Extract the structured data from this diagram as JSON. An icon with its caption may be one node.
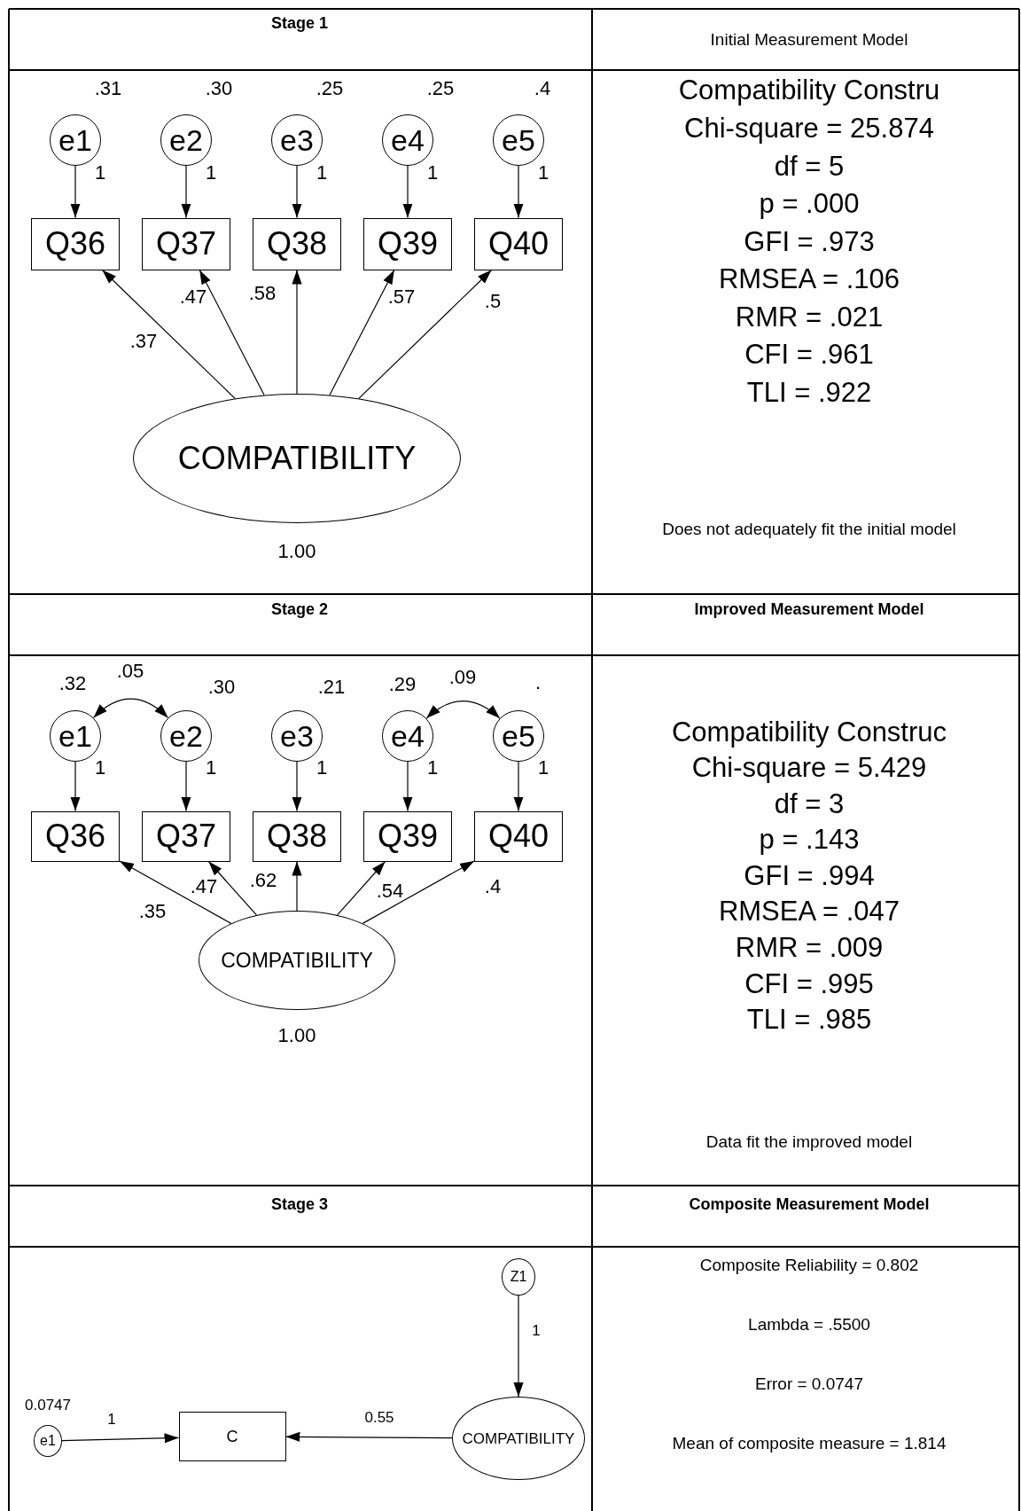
{
  "diagram": {
    "nodes": [
      {
        "text": [
          "e1"
        ],
        "beside": [
          ".31"
        ]
      },
      {
        "text": [
          "e2"
        ],
        "beside": [
          ".30"
        ]
      },
      {
        "text": [
          "e3"
        ],
        "beside": [
          ".25"
        ]
      },
      {
        "text": [
          "e4"
        ],
        "beside": [
          ".25"
        ]
      },
      {
        "text": [
          "e5"
        ],
        "beside": [
          ".4"
        ]
      },
      {
        "text": [
          "Q36"
        ]
      },
      {
        "text": [
          "Q37"
        ]
      },
      {
        "text": [
          "Q38"
        ]
      },
      {
        "text": [
          "Q39"
        ]
      },
      {
        "text": [
          "Q40"
        ]
      },
      {
        "text": [
          "COMPATIBILITY"
        ],
        "beside": [
          "1.00"
        ]
      },
      {
        "text": [
          "e1"
        ],
        "beside": [
          ".32"
        ]
      },
      {
        "text": [
          "e2"
        ],
        "beside": [
          ".30"
        ]
      },
      {
        "text": [
          "e3"
        ],
        "beside": [
          ".21"
        ]
      },
      {
        "text": [
          "e4"
        ],
        "beside": [
          ".29"
        ]
      },
      {
        "text": [
          "e5"
        ],
        "beside": [
          "."
        ]
      },
      {
        "text": [
          "Q36"
        ]
      },
      {
        "text": [
          "Q37"
        ]
      },
      {
        "text": [
          "Q38"
        ]
      },
      {
        "text": [
          "Q39"
        ]
      },
      {
        "text": [
          "Q40"
        ]
      },
      {
        "text": [
          "COMPATIBILITY"
        ],
        "beside": [
          "1.00"
        ]
      },
      {
        "text": [
          "Z1"
        ]
      },
      {
        "text": [
          "e1"
        ],
        "beside": [
          "0.0747"
        ]
      },
      {
        "text": [
          "C"
        ]
      },
      {
        "text": [
          "COMPATIBILITY"
        ]
      }
    ],
    "edges": [
      {
        "from": 0,
        "to": 5,
        "arrow": "to",
        "label": "1"
      },
      {
        "from": 1,
        "to": 6,
        "arrow": "to",
        "label": "1"
      },
      {
        "from": 2,
        "to": 7,
        "arrow": "to",
        "label": "1"
      },
      {
        "from": 3,
        "to": 8,
        "arrow": "to",
        "label": "1"
      },
      {
        "from": 4,
        "to": 9,
        "arrow": "to",
        "label": "1"
      },
      {
        "from": 10,
        "to": 5,
        "arrow": "to",
        "label": ".37"
      },
      {
        "from": 10,
        "to": 6,
        "arrow": "to",
        "label": ".47"
      },
      {
        "from": 10,
        "to": 7,
        "arrow": "to",
        "label": ".58"
      },
      {
        "from": 10,
        "to": 8,
        "arrow": "to",
        "label": ".57"
      },
      {
        "from": 10,
        "to": 9,
        "arrow": "to",
        "label": ".5"
      },
      {
        "from": 11,
        "to": 16,
        "arrow": "to",
        "label": "1"
      },
      {
        "from": 12,
        "to": 17,
        "arrow": "to",
        "label": "1"
      },
      {
        "from": 13,
        "to": 18,
        "arrow": "to",
        "label": "1"
      },
      {
        "from": 14,
        "to": 19,
        "arrow": "to",
        "label": "1"
      },
      {
        "from": 15,
        "to": 20,
        "arrow": "to",
        "label": "1"
      },
      {
        "from": 21,
        "to": 16,
        "arrow": "to",
        "label": ".35"
      },
      {
        "from": 21,
        "to": 17,
        "arrow": "to",
        "label": ".47"
      },
      {
        "from": 21,
        "to": 18,
        "arrow": "to",
        "label": ".62"
      },
      {
        "from": 21,
        "to": 19,
        "arrow": "to",
        "label": ".54"
      },
      {
        "from": 21,
        "to": 20,
        "arrow": "to",
        "label": ".4"
      },
      {
        "from": 11,
        "to": 12,
        "arrow": "both",
        "label": ".05"
      },
      {
        "from": 14,
        "to": 15,
        "arrow": "both",
        "label": ".09"
      },
      {
        "from": 22,
        "to": 25,
        "arrow": "to",
        "label": "1"
      },
      {
        "from": 23,
        "to": 24,
        "arrow": "to",
        "label": "1"
      },
      {
        "from": 25,
        "to": 24,
        "arrow": "to",
        "label": "0.55"
      }
    ],
    "labels": [
      "Stage 1",
      "Initial Measurement Model",
      "Compatibility Constru",
      "Chi-square = 25.874",
      "df = 5",
      "p = .000",
      "GFI = .973",
      "RMSEA = .106",
      "RMR = .021",
      "CFI = .961",
      "TLI = .922",
      "Does not adequately fit the initial model",
      "Stage 2",
      "Improved Measurement Model",
      "Compatibility Construc",
      "Chi-square = 5.429",
      "df = 3",
      "p = .143",
      "GFI = .994",
      "RMSEA = .047",
      "RMR = .009",
      "CFI = .995",
      "TLI = .985",
      "Data fit the improved model",
      "Stage 3",
      "Composite Measurement Model",
      "Composite Reliability = 0.802",
      "Lambda = .5500",
      "Error = 0.0747",
      "Mean of composite measure = 1.814"
    ]
  }
}
